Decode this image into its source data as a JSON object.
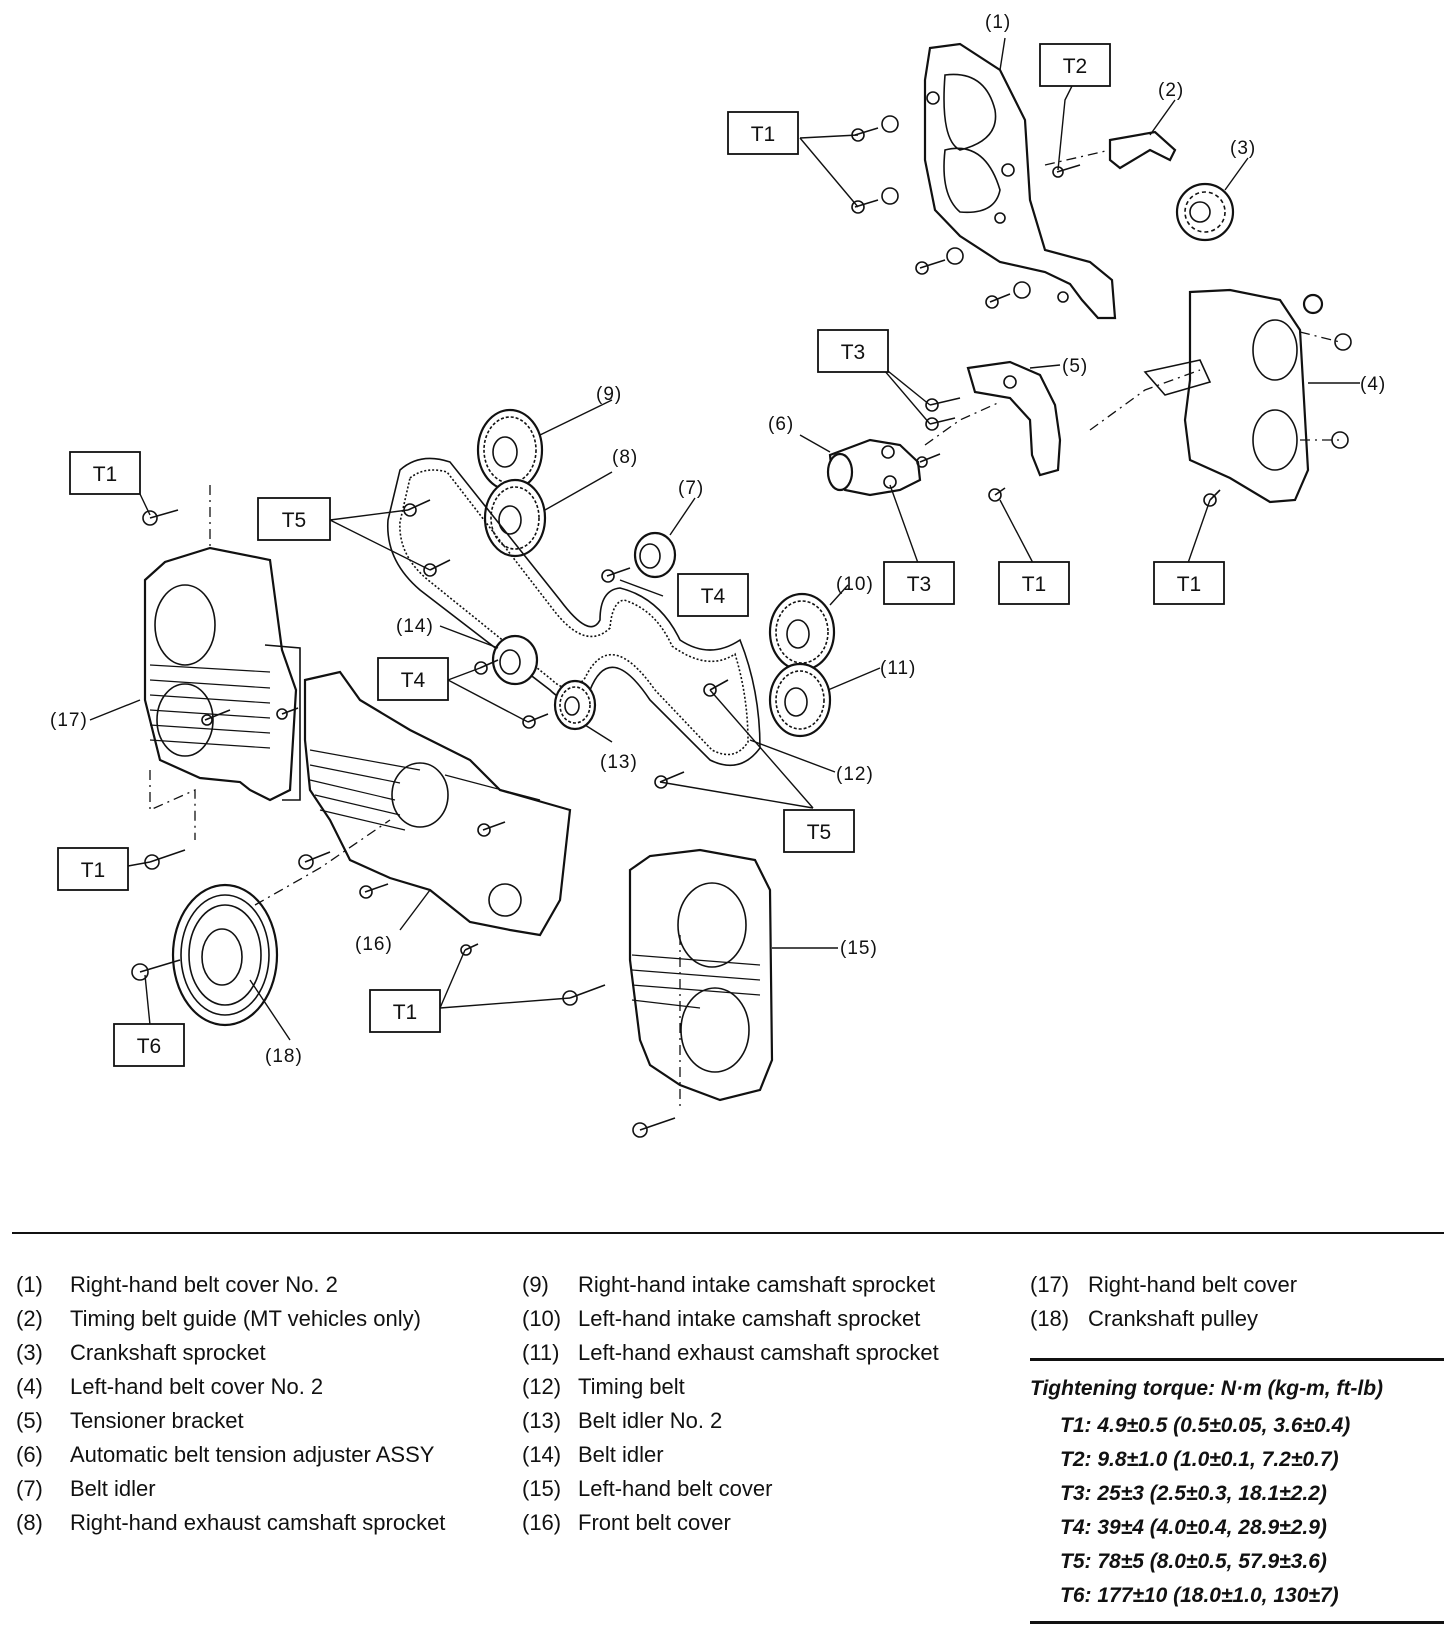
{
  "diagram": {
    "callouts": {
      "c1": "(1)",
      "c2": "(2)",
      "c3": "(3)",
      "c4": "(4)",
      "c5": "(5)",
      "c6": "(6)",
      "c7": "(7)",
      "c8": "(8)",
      "c9": "(9)",
      "c10": "(10)",
      "c11": "(11)",
      "c12": "(12)",
      "c13": "(13)",
      "c14": "(14)",
      "c15": "(15)",
      "c16": "(16)",
      "c17": "(17)",
      "c18": "(18)"
    },
    "torque_labels": {
      "t1": "T1",
      "t2": "T2",
      "t3": "T3",
      "t4": "T4",
      "t5": "T5",
      "t6": "T6"
    }
  },
  "legend": {
    "col1": [
      {
        "num": "(1)",
        "text": "Right-hand belt cover No. 2"
      },
      {
        "num": "(2)",
        "text": "Timing belt guide (MT vehicles only)"
      },
      {
        "num": "(3)",
        "text": "Crankshaft sprocket"
      },
      {
        "num": "(4)",
        "text": "Left-hand belt cover No. 2"
      },
      {
        "num": "(5)",
        "text": "Tensioner bracket"
      },
      {
        "num": "(6)",
        "text": "Automatic belt tension adjuster ASSY"
      },
      {
        "num": "(7)",
        "text": "Belt idler"
      },
      {
        "num": "(8)",
        "text": "Right-hand exhaust camshaft sprocket"
      }
    ],
    "col2": [
      {
        "num": "(9)",
        "text": "Right-hand intake camshaft sprocket"
      },
      {
        "num": "(10)",
        "text": "Left-hand intake camshaft sprocket"
      },
      {
        "num": "(11)",
        "text": "Left-hand exhaust camshaft sprocket"
      },
      {
        "num": "(12)",
        "text": "Timing belt"
      },
      {
        "num": "(13)",
        "text": "Belt idler No. 2"
      },
      {
        "num": "(14)",
        "text": "Belt idler"
      },
      {
        "num": "(15)",
        "text": "Left-hand belt cover"
      },
      {
        "num": "(16)",
        "text": "Front belt cover"
      }
    ],
    "col3": [
      {
        "num": "(17)",
        "text": "Right-hand belt cover"
      },
      {
        "num": "(18)",
        "text": "Crankshaft pulley"
      }
    ]
  },
  "torque": {
    "heading": "Tightening torque: N·m (kg-m, ft-lb)",
    "rows": [
      "T1: 4.9±0.5 (0.5±0.05, 3.6±0.4)",
      "T2: 9.8±1.0 (1.0±0.1, 7.2±0.7)",
      "T3: 25±3 (2.5±0.3, 18.1±2.2)",
      "T4: 39±4 (4.0±0.4, 28.9±2.9)",
      "T5: 78±5 (8.0±0.5, 57.9±3.6)",
      "T6: 177±10 (18.0±1.0, 130±7)"
    ]
  }
}
